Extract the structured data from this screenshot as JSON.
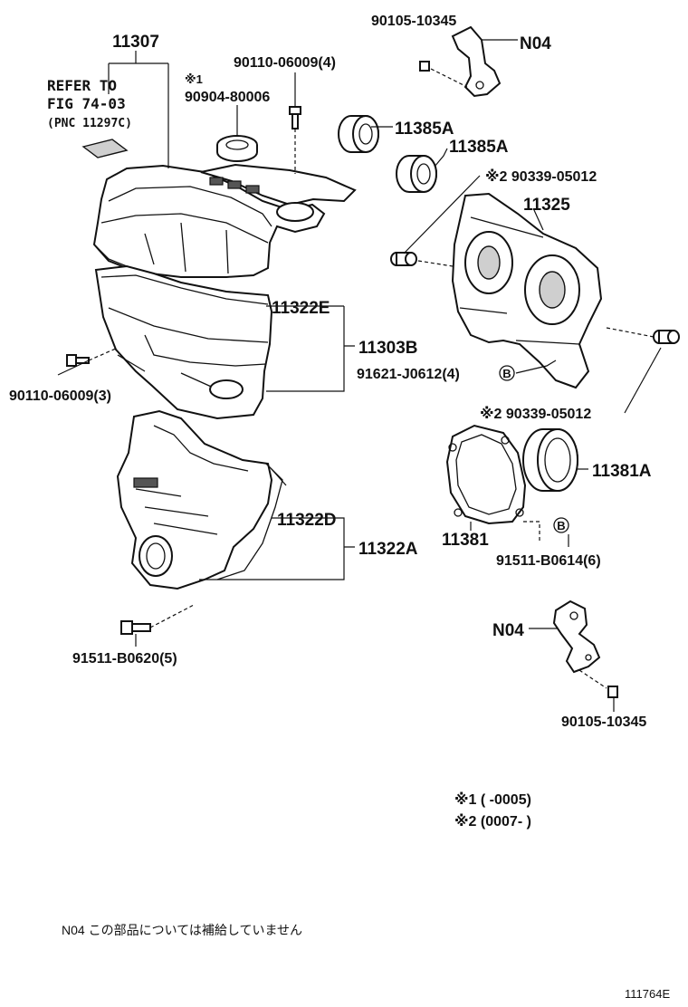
{
  "labels": {
    "p11307": "11307",
    "refer1": "REFER TO",
    "refer2": "FIG 74-03",
    "refer3": "(PNC 11297C)",
    "mark1": "※1",
    "p90904": "90904-80006",
    "p90110a": "90110-06009(4)",
    "p90105a": "90105-10345",
    "n04a": "N04",
    "p11385a1": "11385A",
    "p11385a2": "11385A",
    "p90339a": "※2 90339-05012",
    "p11325": "11325",
    "p11322e": "11322E",
    "p11303b": "11303B",
    "p90110b": "90110-06009(3)",
    "p91621": "91621-J0612(4)",
    "circleB1": "B",
    "p90339b": "※2 90339-05012",
    "p11381a": "11381A",
    "p11381": "11381",
    "circleB2": "B",
    "p91511b": "91511-B0614(6)",
    "p11322d": "11322D",
    "p11322a": "11322A",
    "p91511a": "91511-B0620(5)",
    "n04b": "N04",
    "p90105b": "90105-10345"
  },
  "notes": {
    "note1": "※1 (      -0005)",
    "note2": "※2 (0007-      )",
    "footnote": "N04 この部品については補給していません",
    "fig_id": "111764E"
  }
}
